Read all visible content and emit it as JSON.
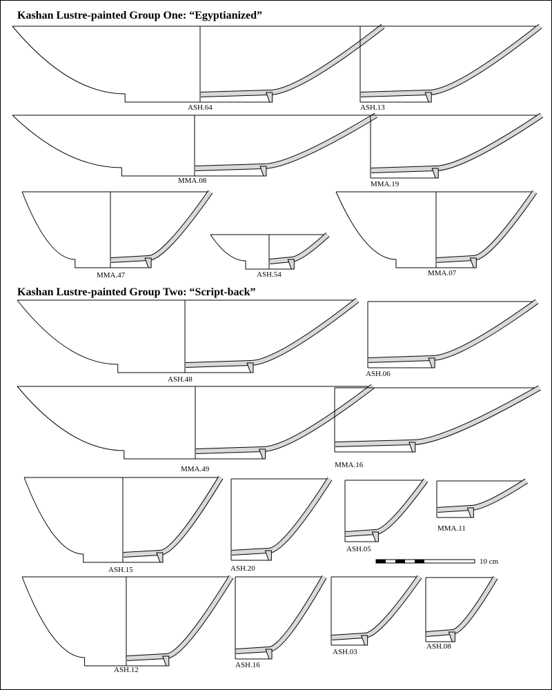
{
  "group_one_title": "Kashan Lustre-painted Group One: “Egyptianized”",
  "group_two_title": "Kashan Lustre-painted Group Two: “Script-back”",
  "vessels": [
    {
      "label": "ASH.64",
      "drawing": "full"
    },
    {
      "label": "ASH.13",
      "drawing": "section"
    },
    {
      "label": "MMA.08",
      "drawing": "full"
    },
    {
      "label": "MMA.19",
      "drawing": "section"
    },
    {
      "label": "MMA.47",
      "drawing": "full"
    },
    {
      "label": "ASH.54",
      "drawing": "full"
    },
    {
      "label": "MMA.07",
      "drawing": "full"
    },
    {
      "label": "ASH.48",
      "drawing": "full"
    },
    {
      "label": "ASH.06",
      "drawing": "section"
    },
    {
      "label": "MMA.49",
      "drawing": "full"
    },
    {
      "label": "MMA.16",
      "drawing": "section"
    },
    {
      "label": "ASH.15",
      "drawing": "full"
    },
    {
      "label": "ASH.20",
      "drawing": "section"
    },
    {
      "label": "ASH.05",
      "drawing": "section"
    },
    {
      "label": "MMA.11",
      "drawing": "section"
    },
    {
      "label": "ASH.12",
      "drawing": "full"
    },
    {
      "label": "ASH.16",
      "drawing": "section"
    },
    {
      "label": "ASH.03",
      "drawing": "section"
    },
    {
      "label": "ASH.08",
      "drawing": "section"
    }
  ],
  "scale_bar": {
    "label": "10 cm"
  },
  "colors": {
    "section_fill": "#d9d9d9",
    "line": "#000000"
  }
}
